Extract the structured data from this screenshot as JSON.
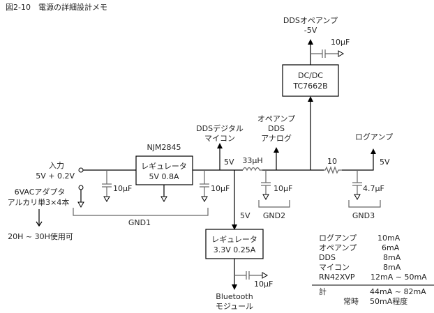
{
  "title": "図2-10　電源の詳細設計メモ",
  "input": {
    "label_line1": "入力",
    "label_line2": "5V + 0.2V",
    "source_line1": "6VACアダプタ",
    "source_line2": "アルカリ単3×4本",
    "runtime": "20H ~ 30H使用可"
  },
  "components": {
    "cap_in": "10μF",
    "reg1_part": "NJM2845",
    "reg1_line1": "レギュレータ",
    "reg1_line2": "5V 0.8A",
    "cap_reg1_out": "10μF",
    "gnd1": "GND1",
    "dds_digital_line1": "DDSデジタル",
    "dds_digital_line2": "マイコン",
    "rail_5v": "5V",
    "inductor": "33μH",
    "cap_lc": "10μF",
    "gnd2": "GND2",
    "opamp_line1": "オペアンプ",
    "opamp_line2": "DDS",
    "opamp_line3": "アナログ",
    "dcdc_line1": "DC/DC",
    "dcdc_line2": "TC7662B",
    "dds_opamp_neg_line1": "DDSオペアンプ",
    "dds_opamp_neg_line2": "-5V",
    "cap_dcdc": "10μF",
    "resistor": "10",
    "cap_rc": "4.7μF",
    "gnd3": "GND3",
    "logamp_label": "ログアンプ",
    "logamp_5v": "5V",
    "branch_5v": "5V",
    "reg2_line1": "レギュレータ",
    "reg2_line2": "3.3V 0.25A",
    "cap_reg2": "10μF",
    "bt_line1": "Bluetooth",
    "bt_line2": "モジュール"
  },
  "current_table": {
    "rows": [
      {
        "name": "ログアンプ",
        "current": "10mA"
      },
      {
        "name": "オペアンプ",
        "current": "6mA"
      },
      {
        "name": "DDS",
        "current": "8mA"
      },
      {
        "name": "マイコン",
        "current": "8mA"
      },
      {
        "name": "RN42XVP",
        "current": "12mA ~ 50mA"
      }
    ],
    "total_label": "計",
    "total_value": "44mA ~ 82mA",
    "typical_label": "常時",
    "typical_value": "50mA程度"
  }
}
